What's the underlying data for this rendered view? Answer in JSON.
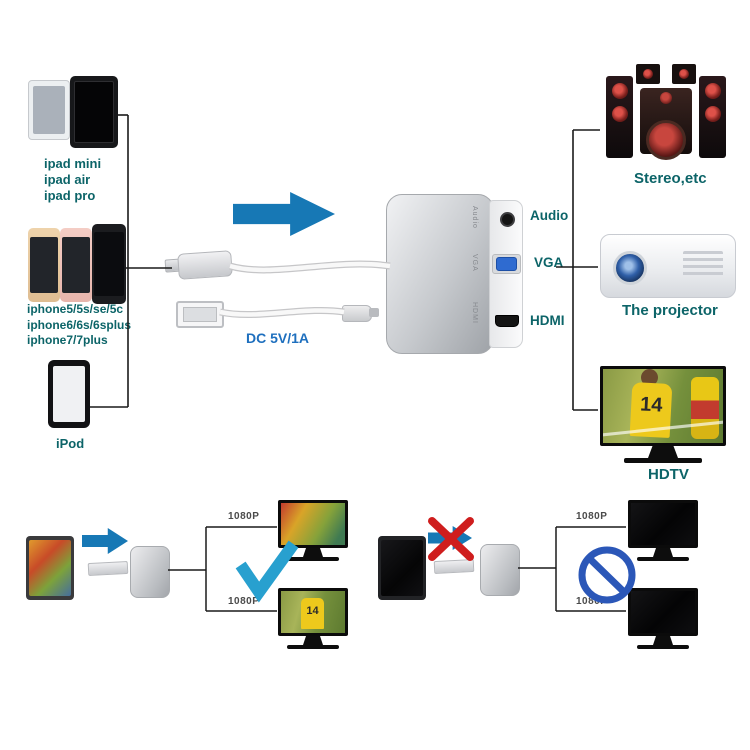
{
  "left": {
    "ipad_labels": [
      "ipad mini",
      "ipad air",
      "ipad pro"
    ],
    "iphone_labels": [
      "iphone5/5s/se/5c",
      "iphone6/6s/6splus",
      "iphone7/7plus"
    ],
    "ipod_label": "iPod"
  },
  "adapter": {
    "dc_label": "DC 5V/1A",
    "port_audio": "Audio",
    "port_vga": "VGA",
    "port_hdmi": "HDMI"
  },
  "right": {
    "stereo_label": "Stereo,etc",
    "projector_label": "The projector",
    "hdtv_label": "HDTV"
  },
  "bottom": {
    "resolution": "1080P",
    "jersey_number": "14"
  },
  "colors": {
    "accent_teal": "#0c6468",
    "arrow_blue": "#1778b5",
    "dc_blue": "#1e6fbe",
    "check_teal": "#28a0cf",
    "prohibit_blue": "#2b57b8",
    "cross_red": "#cf1d1d",
    "vga_port_blue": "#2f6bd0"
  }
}
